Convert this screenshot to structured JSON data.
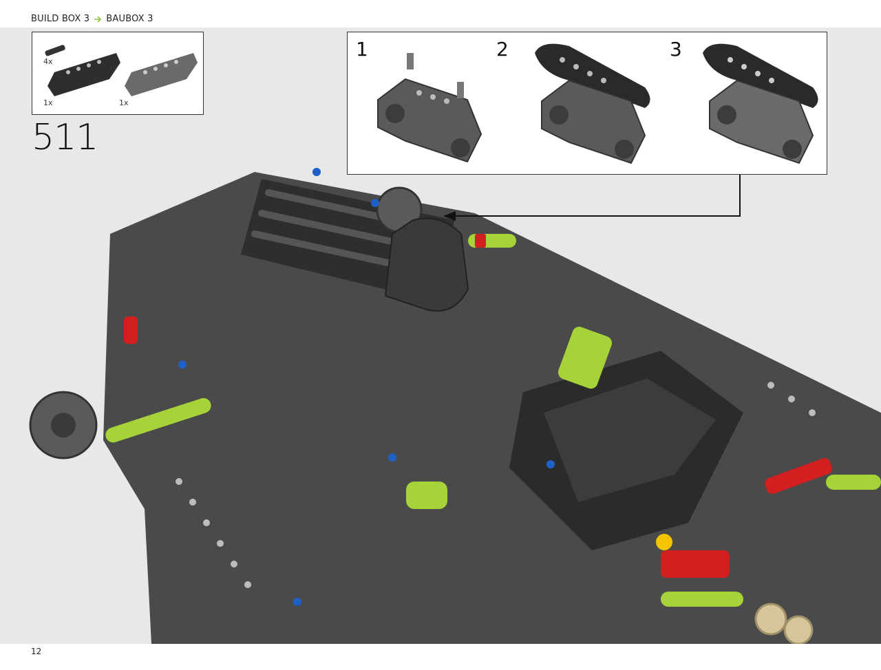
{
  "breadcrumb": {
    "left": "BUILD BOX 3",
    "right": "BAUBOX 3",
    "accent": "#8cc63f"
  },
  "parts": [
    {
      "qty": "4x",
      "icon": "axle-pin-icon"
    },
    {
      "qty": "1x",
      "icon": "dark-panel-icon"
    },
    {
      "qty": "1x",
      "icon": "grey-panel-icon"
    }
  ],
  "step_number": "511",
  "substeps": [
    "1",
    "2",
    "3"
  ],
  "page_number": "12",
  "colors": {
    "lime": "#a6d23a",
    "dark": "#3a3a3a",
    "red": "#d21f1f",
    "blue": "#1f5fc8",
    "yellow": "#f5c400"
  }
}
